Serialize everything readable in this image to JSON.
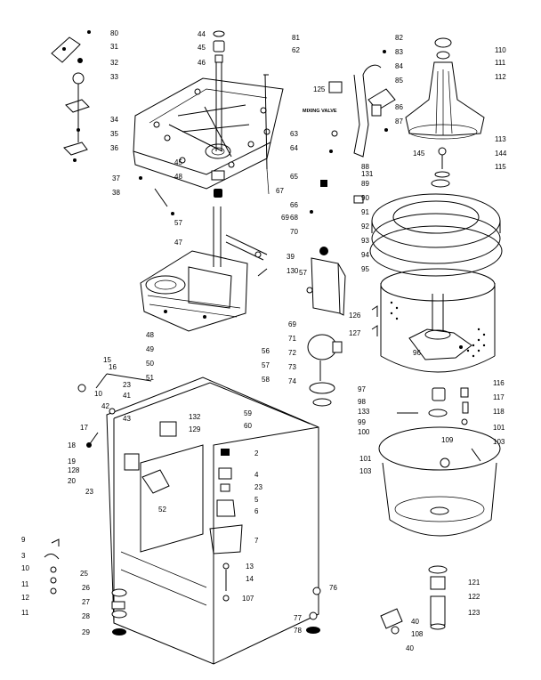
{
  "note": "MIXING VALVE",
  "callouts": {
    "c80": "80",
    "c31": "31",
    "c32": "32",
    "c33": "33",
    "c34": "34",
    "c35": "35",
    "c36": "36",
    "c44": "44",
    "c45": "45",
    "c46": "46",
    "c81": "81",
    "c62": "62",
    "c125": "125",
    "c82": "82",
    "c83": "83",
    "c84": "84",
    "c85": "85",
    "c86": "86",
    "c87": "87",
    "c110": "110",
    "c111": "111",
    "c112": "112",
    "c113": "113",
    "c145": "145",
    "c144": "144",
    "c115": "115",
    "c63": "63",
    "c64": "64",
    "c65": "65",
    "c66": "66",
    "c67": "67",
    "c68": "68",
    "c69": "69",
    "c70": "70",
    "c88": "88",
    "c131": "131",
    "c89": "89",
    "c90": "90",
    "c91": "91",
    "c92": "92",
    "c93": "93",
    "c94": "94",
    "c95": "95",
    "c45b": "45",
    "c48": "48",
    "c37": "37",
    "c38": "38",
    "c57a": "57",
    "c47": "47",
    "c39": "39",
    "c130": "130",
    "c69b": "69",
    "c71": "71",
    "c72": "72",
    "c73": "73",
    "c74": "74",
    "c126": "126",
    "c127": "127",
    "c96": "96",
    "c48b": "48",
    "c49": "49",
    "c50": "50",
    "c51": "51",
    "c56": "56",
    "c57b": "57",
    "c58": "58",
    "c15": "15",
    "c10": "10",
    "c23a": "23",
    "c41": "41",
    "c42": "42",
    "c43": "43",
    "c17": "17",
    "c59": "59",
    "c60": "60",
    "c132": "132",
    "c129": "129",
    "c18": "18",
    "c19": "19",
    "c128": "128",
    "c20": "20",
    "c2": "2",
    "c4": "4",
    "c23b": "23",
    "c5": "5",
    "c6": "6",
    "c7": "7",
    "c52": "52",
    "c23c": "23",
    "c97": "97",
    "c98": "98",
    "c133": "133",
    "c99": "99",
    "c100": "100",
    "c116": "116",
    "c117": "117",
    "c118": "118",
    "c101a": "101",
    "c103a": "103",
    "c109": "109",
    "c101b": "101",
    "c103b": "103",
    "c9": "9",
    "c3": "3",
    "c10b": "10",
    "c11a": "11",
    "c12": "12",
    "c11b": "11",
    "c25": "25",
    "c26": "26",
    "c27": "27",
    "c28": "28",
    "c29": "29",
    "c13": "13",
    "c14": "14",
    "c107": "107",
    "c76": "76",
    "c77": "77",
    "c78": "78",
    "c121": "121",
    "c122": "122",
    "c123": "123",
    "c40a": "40",
    "c108": "108",
    "c40b": "40",
    "c16": "16",
    "c57c": "57"
  }
}
